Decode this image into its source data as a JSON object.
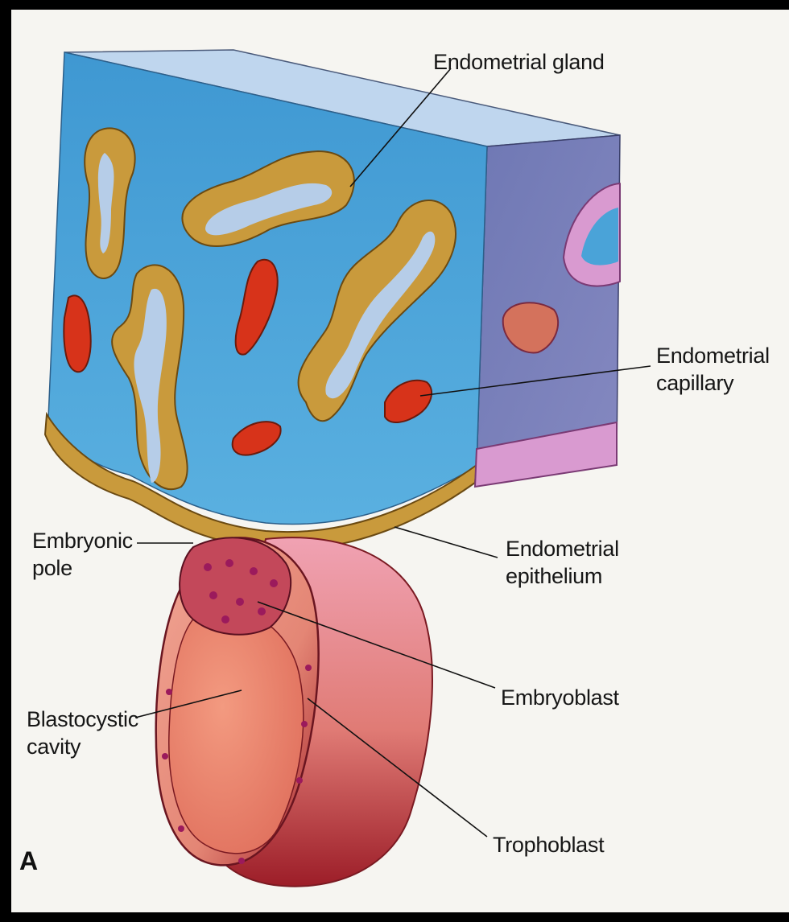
{
  "figure": {
    "panel_letter": "A",
    "labels": {
      "endometrial_gland": "Endometrial gland",
      "endometrial_capillary": [
        "Endometrial",
        "capillary"
      ],
      "embryonic_pole": [
        "Embryonic",
        "pole"
      ],
      "endometrial_epithelium": [
        "Endometrial",
        "epithelium"
      ],
      "embryoblast": "Embryoblast",
      "blastocystic_cavity": [
        "Blastocystic",
        "cavity"
      ],
      "trophoblast": "Trophoblast"
    }
  },
  "colors": {
    "endometrium_front": "#4aa3d8",
    "endometrium_side": "#7a7fb8",
    "endometrium_top": "#bcd6ee",
    "gland_cells": "#c99a3c",
    "gland_lumen": "#b6cde8",
    "capillary": "#d7331a",
    "side_epithelium": "#d99ad0",
    "trophoblast": "#e98a7a",
    "blastocyst_cavity": "#e9836c",
    "cell_nucleus": "#9b1a5c"
  }
}
